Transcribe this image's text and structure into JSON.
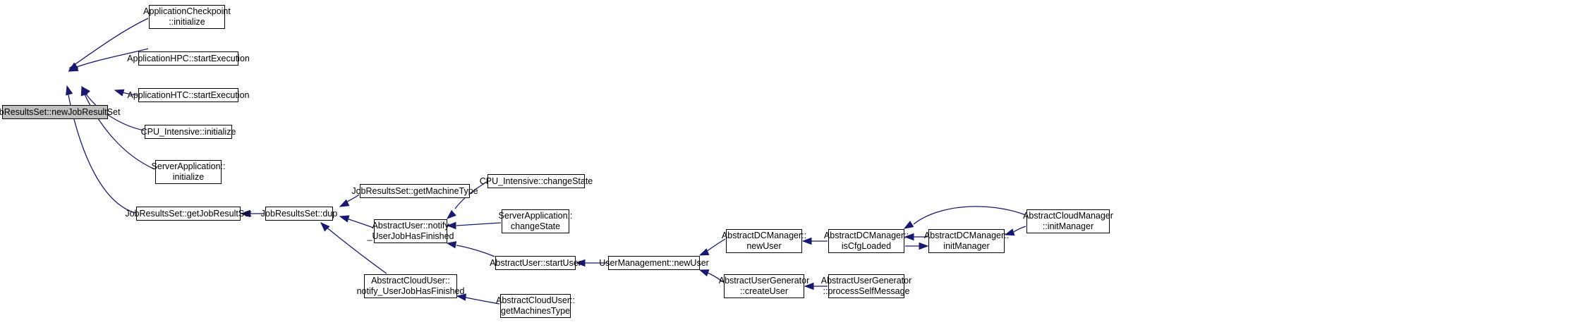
{
  "graph": {
    "edge_color": "#191970",
    "root_fill": "#bfbfbf",
    "nodes": {
      "newJobResultSet": [
        "JobResultsSet::newJobResultSet"
      ],
      "appCheckpointInit": [
        "ApplicationCheckpoint",
        "::initialize"
      ],
      "appHPCStart": [
        "ApplicationHPC::startExecution"
      ],
      "appHTCStart": [
        "ApplicationHTC::startExecution"
      ],
      "cpuIntensiveInit": [
        "CPU_Intensive::initialize"
      ],
      "serverAppInit": [
        "ServerApplication::",
        "initialize"
      ],
      "getJobResultSet": [
        "JobResultsSet::getJobResultSet"
      ],
      "dup": [
        "JobResultsSet::dup"
      ],
      "getMachineType": [
        "JobResultsSet::getMachineType"
      ],
      "notifyUserJobHasFinished": [
        "AbstractUser::notify",
        "_UserJobHasFinished"
      ],
      "cloudNotify": [
        "AbstractCloudUser::",
        "notify_UserJobHasFinished"
      ],
      "cpuChangeState": [
        "CPU_Intensive::changeState"
      ],
      "serverChangeState": [
        "ServerApplication::",
        "changeState"
      ],
      "startUser": [
        "AbstractUser::startUser"
      ],
      "getMachinesType": [
        "AbstractCloudUser::",
        "getMachinesType"
      ],
      "userMgmtNewUser": [
        "UserManagement::newUser"
      ],
      "dcNewUser": [
        "AbstractDCManager::",
        "newUser"
      ],
      "createUser": [
        "AbstractUserGenerator",
        "::createUser"
      ],
      "isCfgLoaded": [
        "AbstractDCManager::",
        "isCfgLoaded"
      ],
      "processSelfMessage": [
        "AbstractUserGenerator",
        "::processSelfMessage"
      ],
      "initManager": [
        "AbstractDCManager::",
        "initManager"
      ],
      "cloudInitManager": [
        "AbstractCloudManager",
        "::initManager"
      ]
    }
  }
}
